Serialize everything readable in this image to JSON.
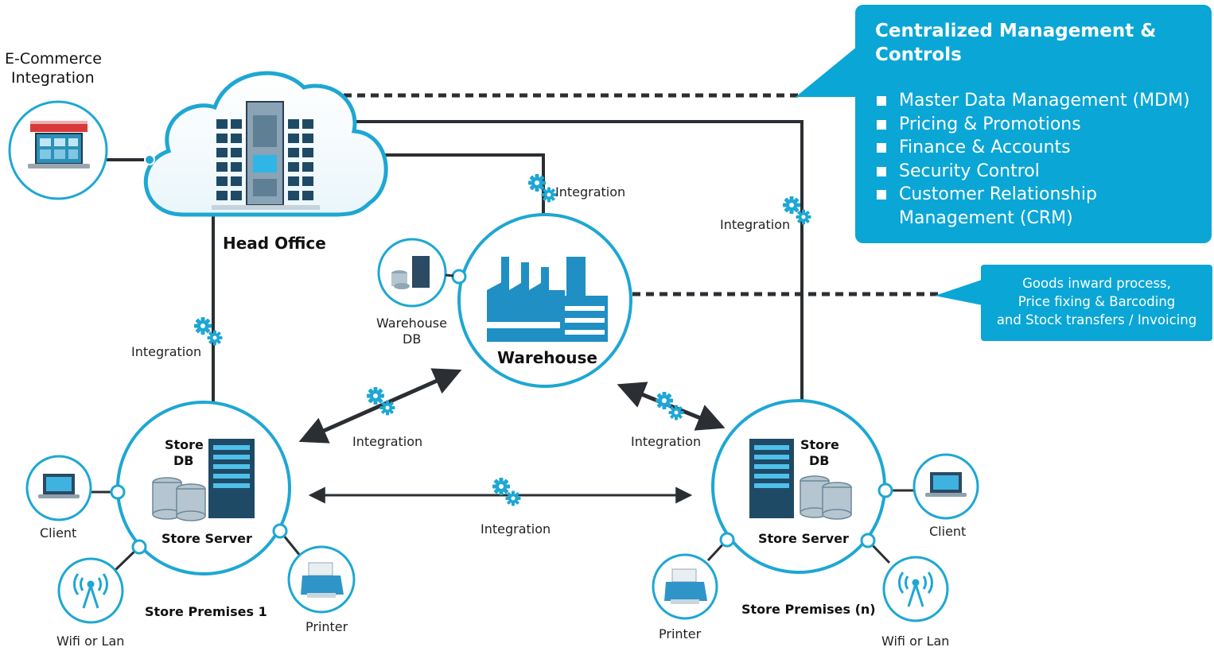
{
  "ecommerce": {
    "label_line1": "E-Commerce",
    "label_line2": "Integration"
  },
  "head_office": {
    "label": "Head Office"
  },
  "warehouse": {
    "label": "Warehouse",
    "db_label_line1": "Warehouse",
    "db_label_line2": "DB"
  },
  "store1": {
    "db_line1": "Store",
    "db_line2": "DB",
    "server_label": "Store Server",
    "premises_label": "Store Premises 1",
    "client_label": "Client",
    "wifi_label": "Wifi or Lan",
    "printer_label": "Printer"
  },
  "storeN": {
    "db_line1": "Store",
    "db_line2": "DB",
    "server_label": "Store Server",
    "premises_label": "Store Premises (n)",
    "client_label": "Client",
    "wifi_label": "Wifi or Lan",
    "printer_label": "Printer"
  },
  "integration_label": "Integration",
  "management_panel": {
    "title": "Centralized Management & Controls",
    "items": [
      "Master Data Management (MDM)",
      "Pricing & Promotions",
      "Finance & Accounts",
      "Security Control",
      "Customer Relationship",
      "Management (CRM)"
    ]
  },
  "goods_panel": {
    "line1": "Goods inward process,",
    "line2": "Price fixing & Barcoding",
    "line3": "and Stock transfers / Invoicing"
  },
  "colors": {
    "accent": "#0aa6d6",
    "ring": "#1ea7d3",
    "line": "#2b2f33"
  }
}
